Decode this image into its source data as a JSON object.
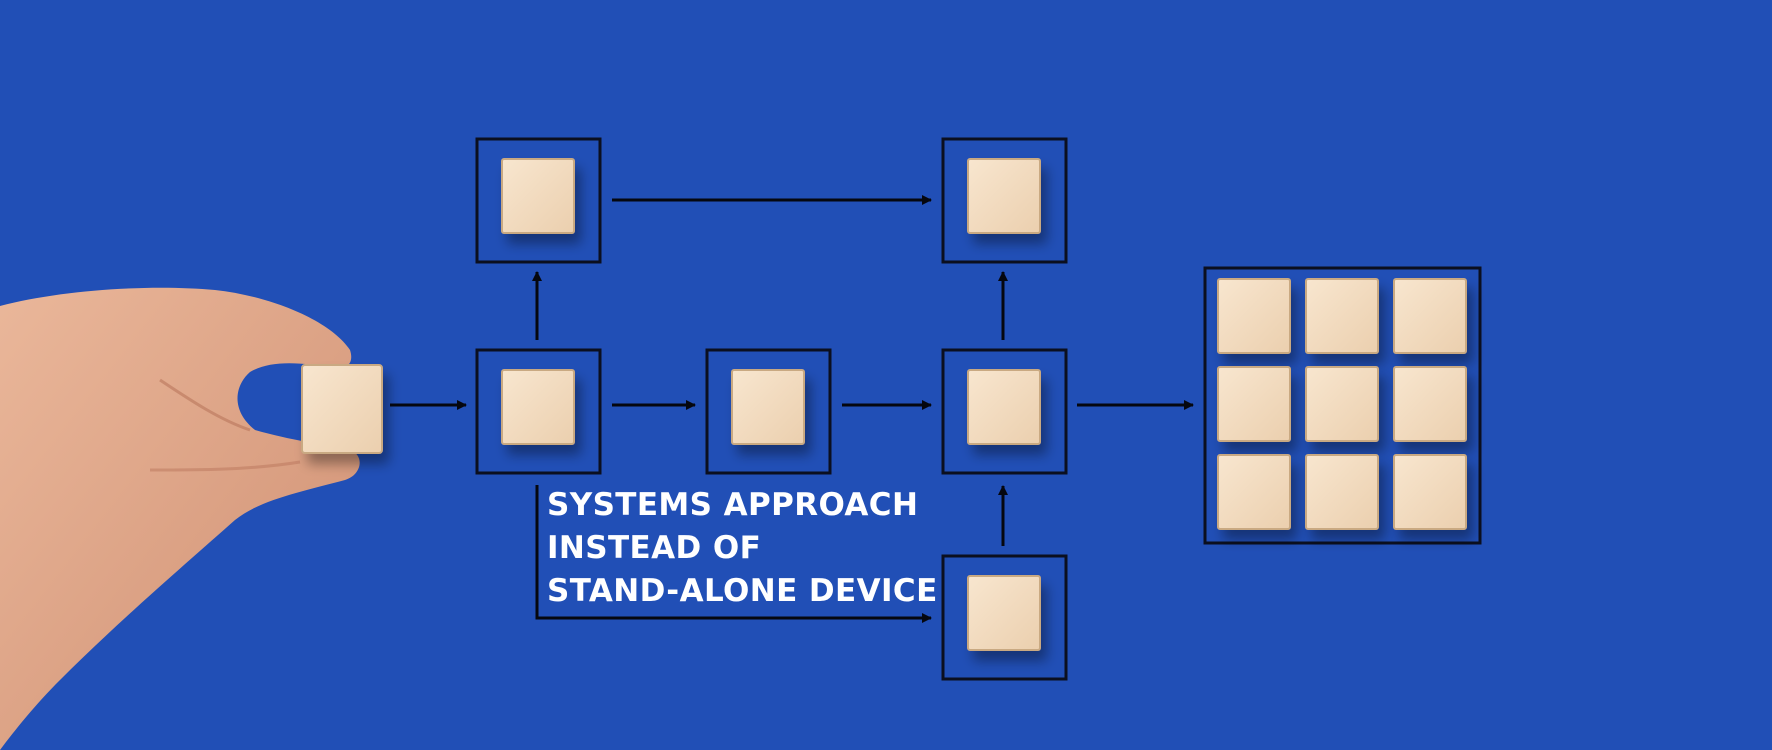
{
  "caption": {
    "line1": "SYSTEMS APPROACH",
    "line2": "INSTEAD OF",
    "line3": "STAND-ALONE DEVICE"
  },
  "colors": {
    "background": "#214fb6",
    "frame": "#0b0f1f",
    "arrow": "#05070f",
    "cube_face": "#f3dcc0",
    "cube_edge": "#c9a982",
    "skin": "#e2a989",
    "text": "#ffffff"
  },
  "icons": {
    "hand": "hand-holding-cube-icon",
    "cube": "wooden-cube-icon"
  }
}
